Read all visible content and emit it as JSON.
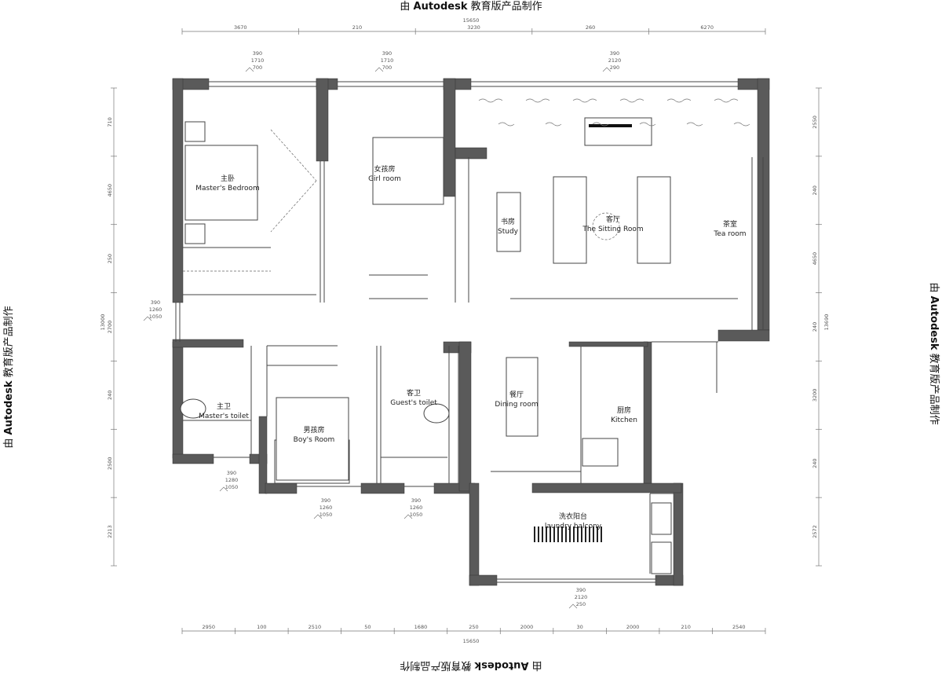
{
  "watermark": {
    "prefix": "由 ",
    "brand": "Autodesk",
    "suffix": " 教育版产品制作"
  },
  "rooms": [
    {
      "id": "master-bedroom",
      "zh": "主卧",
      "en": "Master's Bedroom"
    },
    {
      "id": "girl-room",
      "zh": "女孩房",
      "en": "Girl room"
    },
    {
      "id": "study",
      "zh": "书房",
      "en": "Study"
    },
    {
      "id": "sitting-room",
      "zh": "客厅",
      "en": "The Sitting Room"
    },
    {
      "id": "tea-room",
      "zh": "茶室",
      "en": "Tea room"
    },
    {
      "id": "master-toilet",
      "zh": "主卫",
      "en": "Master's toilet"
    },
    {
      "id": "boy-room",
      "zh": "男孩房",
      "en": "Boy's Room"
    },
    {
      "id": "guest-toilet",
      "zh": "客卫",
      "en": "Guest's toilet"
    },
    {
      "id": "dining-room",
      "zh": "餐厅",
      "en": "Dining room"
    },
    {
      "id": "kitchen",
      "zh": "厨房",
      "en": "Kitchen"
    },
    {
      "id": "laundry-balcony",
      "zh": "洗衣阳台",
      "en": "laundry balcony"
    }
  ],
  "window_tags": [
    {
      "a": "390",
      "b": "1710",
      "c": "700"
    },
    {
      "a": "390",
      "b": "1710",
      "c": "700"
    },
    {
      "a": "390",
      "b": "2120",
      "c": "290"
    },
    {
      "a": "390",
      "b": "1260",
      "c": "1050"
    },
    {
      "a": "390",
      "b": "1280",
      "c": "1050"
    },
    {
      "a": "390",
      "b": "1260",
      "c": "1050"
    },
    {
      "a": "390",
      "b": "1260",
      "c": "1050"
    },
    {
      "a": "390",
      "b": "2120",
      "c": "250"
    }
  ],
  "dims": {
    "top": [
      "3670",
      "210",
      "3230",
      "260",
      "6270"
    ],
    "top_total": "15650",
    "bottom": [
      "2950",
      "100",
      "2510",
      "50",
      "1680",
      "250",
      "2000",
      "30",
      "2000",
      "210",
      "2540"
    ],
    "bottom_total": "15650",
    "left": [
      "710",
      "4650",
      "250",
      "2700",
      "240",
      "2500",
      "2213"
    ],
    "left_total": "13000",
    "right": [
      "2550",
      "240",
      "4650",
      "240",
      "3200",
      "240",
      "2572"
    ],
    "right_total": "13690"
  }
}
